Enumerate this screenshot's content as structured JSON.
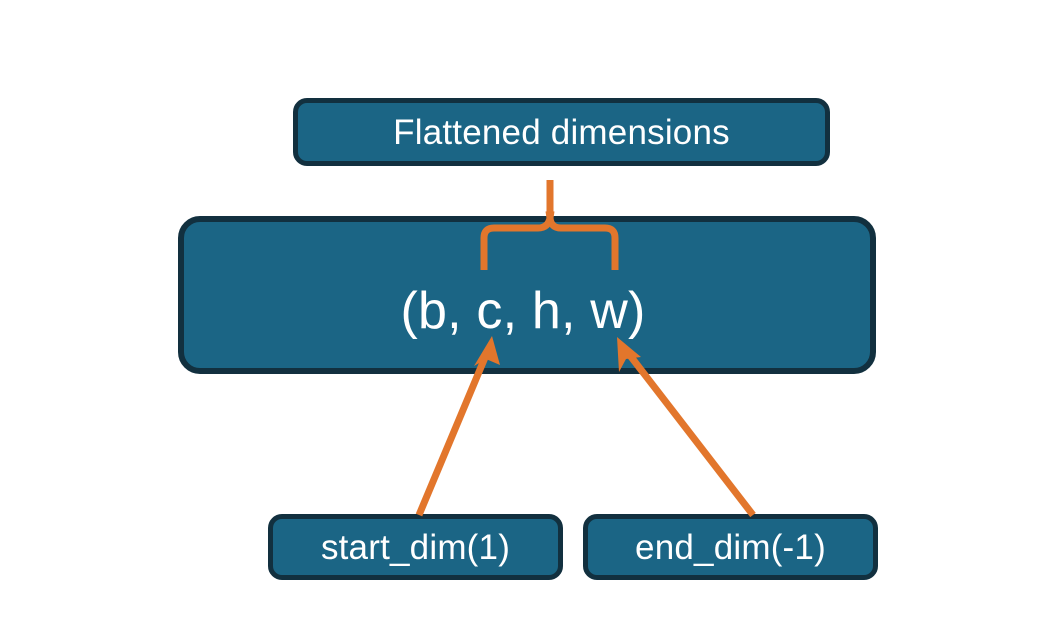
{
  "diagram": {
    "title_node": {
      "label": "Flattened dimensions",
      "name": "flattened-dimensions-node"
    },
    "tuple_node": {
      "label": "(b, c, h, w)",
      "name": "tensor-shape-tuple-node",
      "dims": [
        "b",
        "c",
        "h",
        "w"
      ]
    },
    "start_node": {
      "label": "start_dim(1)",
      "name": "start-dim-node"
    },
    "end_node": {
      "label": "end_dim(-1)",
      "name": "end-dim-node"
    },
    "connectors": [
      {
        "name": "brace-to-flattened",
        "type": "curly-brace-with-stem",
        "from": "tuple-dims-c-h-w",
        "to": "flattened-dimensions-node"
      },
      {
        "name": "arrow-start-dim-to-c",
        "type": "arrow",
        "from": "start-dim-node",
        "to": "tuple-dim-c"
      },
      {
        "name": "arrow-end-dim-to-w",
        "type": "arrow",
        "from": "end-dim-node",
        "to": "tuple-dim-w"
      }
    ],
    "colors": {
      "node_fill": "#1b6585",
      "node_border": "#12303f",
      "node_text": "#ffffff",
      "connector": "#e2762c",
      "background": "#ffffff"
    }
  }
}
